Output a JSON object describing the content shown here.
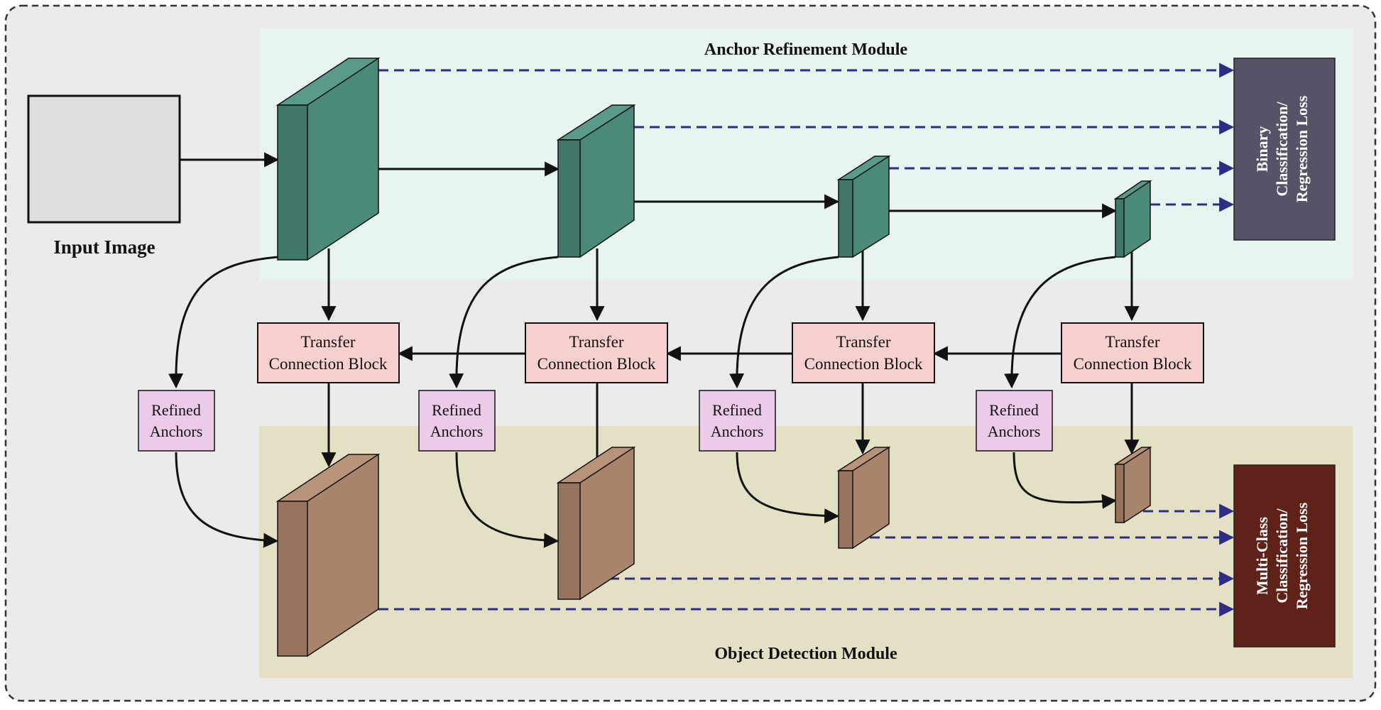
{
  "title_top": "Anchor Refinement Module",
  "title_bottom": "Object Detection Module",
  "input_label": "Input Image",
  "tcb_label_line1": "Transfer",
  "tcb_label_line2": "Connection Block",
  "refined_line1": "Refined",
  "refined_line2": "Anchors",
  "loss_top": {
    "line1": "Binary",
    "line2": "Classification/",
    "line3": "Regression Loss"
  },
  "loss_bottom": {
    "line1": "Multi-Class",
    "line2": "Classification/",
    "line3": "Regression Loss"
  },
  "colors": {
    "outer_bg": "#ebebeb",
    "arm_bg": "#e8f4ef",
    "odm_bg": "#e4e0c4",
    "feature_green": "#4b8a79",
    "feature_green_side": "#3f7868",
    "feature_brown": "#a8846c",
    "feature_brown_side": "#96735c",
    "tcb_fill": "#f7d0cf",
    "refined_fill": "#ebcbe7",
    "loss_top_fill": "#565268",
    "loss_bottom_fill": "#5f2218",
    "dashed_arrow": "#2e2c86",
    "solid_arrow": "#111111"
  }
}
